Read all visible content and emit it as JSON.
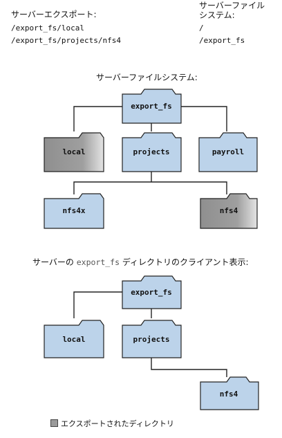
{
  "exports": {
    "header": "サーバーエクスポート:",
    "paths": [
      "/export_fs/local",
      "/export_fs/projects/nfs4"
    ]
  },
  "filesystems": {
    "header_line1": "サーバーファイル",
    "header_line2": "システム:",
    "paths": [
      "/",
      "/export_fs"
    ]
  },
  "server_tree": {
    "title": "サーバーファイルシステム:",
    "nodes": {
      "root": "export_fs",
      "local": "local",
      "projects": "projects",
      "payroll": "payroll",
      "nfs4x": "nfs4x",
      "nfs4": "nfs4"
    }
  },
  "client_tree": {
    "title_prefix": "サーバーの",
    "title_code": "export_fs",
    "title_suffix": "ディレクトリのクライアント表示:",
    "nodes": {
      "root": "export_fs",
      "local": "local",
      "projects": "projects",
      "nfs4": "nfs4"
    }
  },
  "legend": {
    "label": "エクスポートされたディレクトリ",
    "color": "#9a9a9a"
  },
  "colors": {
    "folder_blue": "#bcd3ea",
    "folder_gray": "#9a9a9a",
    "outline": "#222222"
  }
}
